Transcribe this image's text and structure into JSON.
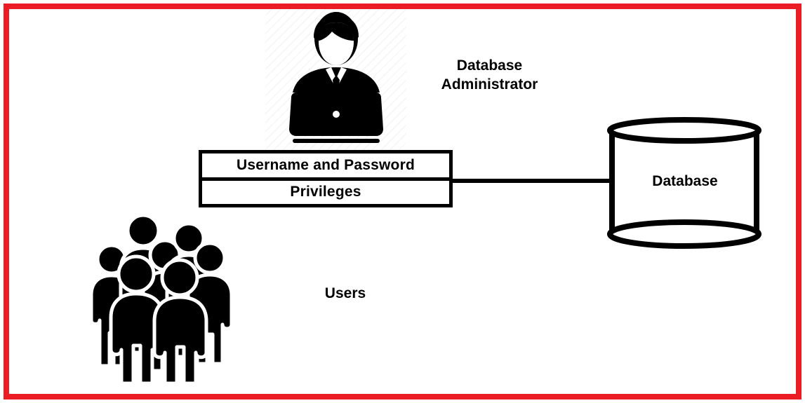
{
  "diagram": {
    "title_text": "Database access control diagram",
    "background_color": "#ffffff",
    "border_color": "#ec1c24",
    "stroke_color": "#000000"
  },
  "nodes": {
    "administrator": {
      "label": "Database\nAdministrator",
      "icon_name": "administrator-with-laptop-icon"
    },
    "users": {
      "label": "Users",
      "icon_name": "users-crowd-icon"
    },
    "database": {
      "label": "Database",
      "icon_name": "database-cylinder-icon"
    }
  },
  "credentials_box": {
    "rows": [
      {
        "label": "Username and Password"
      },
      {
        "label": "Privileges"
      }
    ]
  },
  "connector": {
    "name": "credentials-to-database-line"
  }
}
